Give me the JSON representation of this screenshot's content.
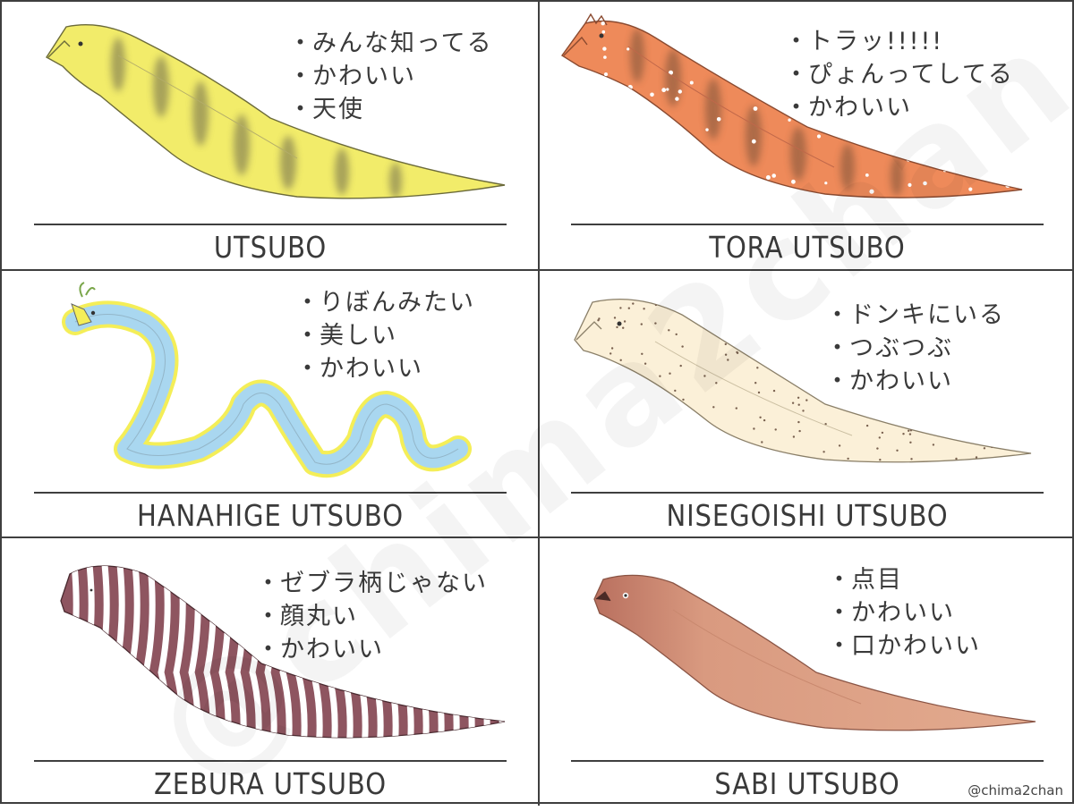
{
  "cards": [
    {
      "name": "UTSUBO",
      "notes": [
        "みんな知ってる",
        "かわいい",
        "天使"
      ]
    },
    {
      "name": "TORA UTSUBO",
      "notes": [
        "トラッ!!!!!",
        "ぴょんってしてる",
        "かわいい"
      ]
    },
    {
      "name": "HANAHIGE UTSUBO",
      "notes": [
        "りぼんみたい",
        "美しい",
        "かわいい"
      ]
    },
    {
      "name": "NISEGOISHI UTSUBO",
      "notes": [
        "ドンキにいる",
        "つぶつぶ",
        "かわいい"
      ]
    },
    {
      "name": "ZEBURA UTSUBO",
      "notes": [
        "ゼブラ柄じゃない",
        "顔丸い",
        "かわいい"
      ]
    },
    {
      "name": "SABI UTSUBO",
      "notes": [
        "点目",
        "かわいい",
        "口かわいい"
      ]
    }
  ],
  "credit": "@chima2chan",
  "watermark": "@chima2chan",
  "colors": {
    "border": "#3f3f3f",
    "utsubo": "#f2ec6a",
    "tora": "#ee8a5a",
    "hanahige_blue": "#a9d7f0",
    "hanahige_yellow": "#f4ee58",
    "nisegoishi": "#fbf0d8",
    "zebura": "#8e5560",
    "sabi": "#dca184"
  }
}
